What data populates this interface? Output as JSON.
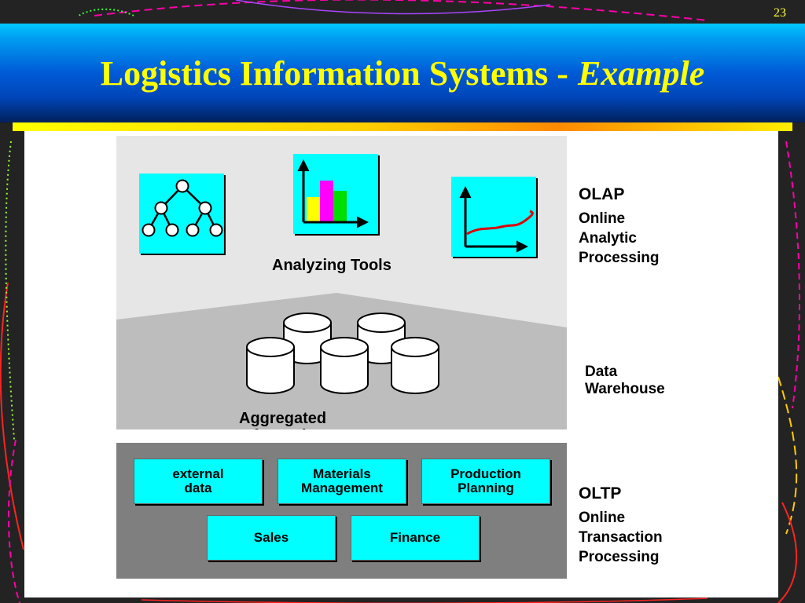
{
  "slide": {
    "number": "23",
    "title_main": "Logistics Information Systems -",
    "title_emphasis": "Example"
  },
  "colors": {
    "title_text": "#ffff00",
    "title_bar": "#005ad6",
    "accent_line": "#ffd000",
    "icon_fill": "#00ffff",
    "system_box_fill": "#00ffff",
    "olap_layer": "#e6e6e6",
    "warehouse_layer": "#bdbdbd",
    "oltp_layer": "#7f7f7f",
    "trend_line": "#e00000"
  },
  "diagram": {
    "olap_layer": {
      "caption": "Analyzing Tools",
      "icons": [
        "hierarchy-tree-icon",
        "bar-chart-icon",
        "line-chart-icon"
      ],
      "bar_chart_colors": [
        "#ffff00",
        "#ff00ff",
        "#00dd00"
      ]
    },
    "warehouse_layer": {
      "caption": "Aggregated",
      "caption_partial": "Information"
    },
    "oltp_layer": {
      "boxes": [
        {
          "label": "external\ndata"
        },
        {
          "label": "Materials\nManagement"
        },
        {
          "label": "Production\nPlanning"
        },
        {
          "label": "Sales"
        },
        {
          "label": "Finance"
        }
      ]
    }
  },
  "labels": {
    "olap": {
      "title": "OLAP",
      "lines": [
        "Online",
        "Analytic",
        "Processing"
      ]
    },
    "warehouse": {
      "lines": [
        "Data",
        "Warehouse"
      ]
    },
    "oltp": {
      "title": "OLTP",
      "lines": [
        "Online",
        "Transaction",
        "Processing"
      ]
    }
  }
}
